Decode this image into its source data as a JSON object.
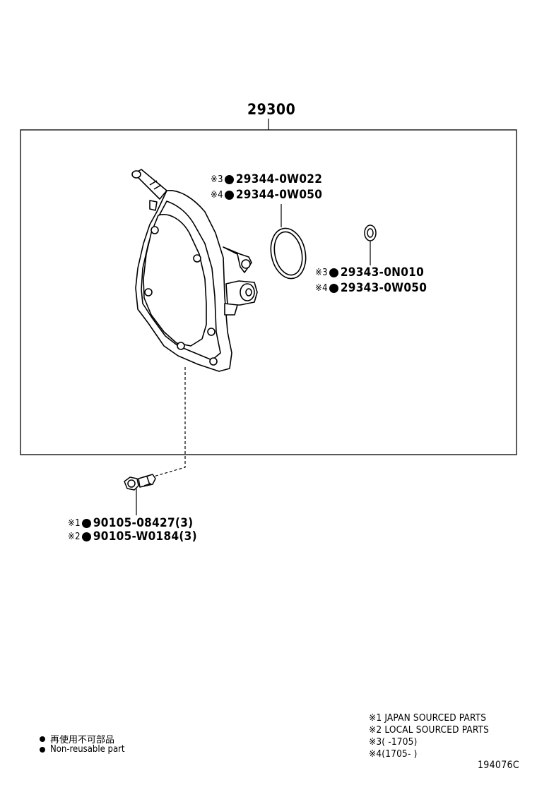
{
  "assembly": {
    "number": "29300"
  },
  "parts": [
    {
      "mark": "※3",
      "number": "29344-0W022"
    },
    {
      "mark": "※4",
      "number": "29344-0W050"
    },
    {
      "mark": "※3",
      "number": "29343-0N010"
    },
    {
      "mark": "※4",
      "number": "29343-0W050"
    },
    {
      "mark": "※1",
      "number": "90105-08427(3)"
    },
    {
      "mark": "※2",
      "number": "90105-W0184(3)"
    }
  ],
  "legend": {
    "non_reusable_ja": "再使用不可部品",
    "non_reusable_en": "Non-reusable part"
  },
  "notes": [
    "※1 JAPAN SOURCED PARTS",
    "※2 LOCAL SOURCED PARTS",
    "※3(      -1705)",
    "※4(1705-      )"
  ],
  "illustration_code": "194076C"
}
